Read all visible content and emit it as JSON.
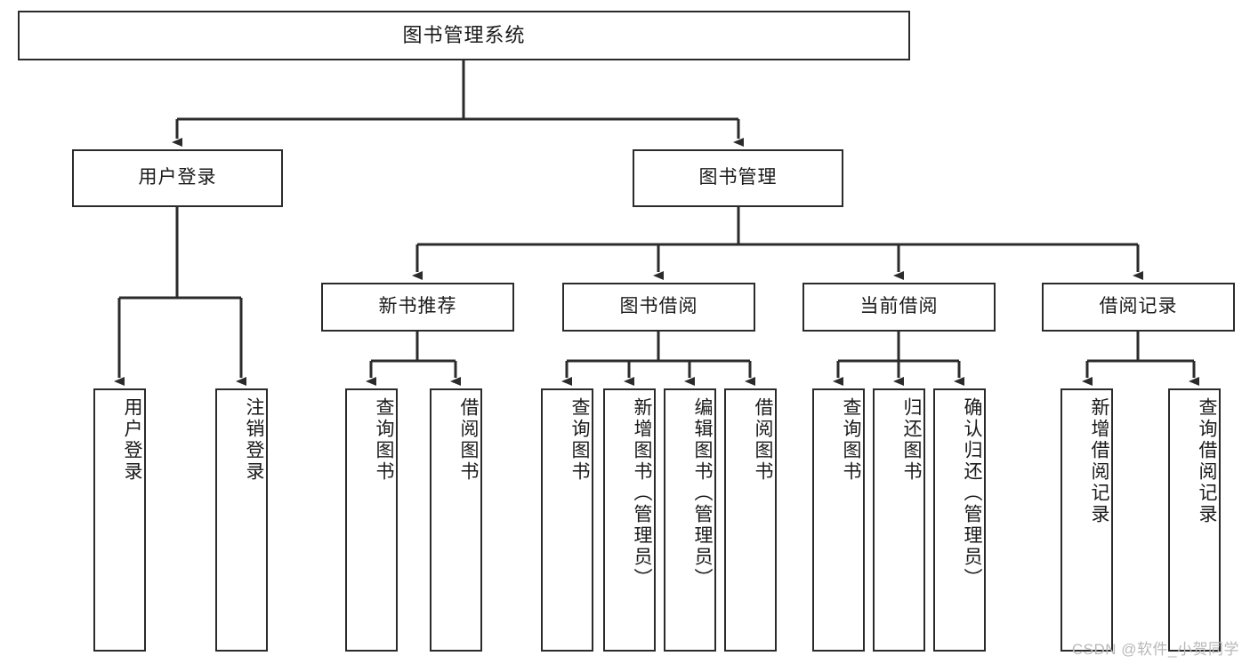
{
  "diagram": {
    "title": "图书管理系统",
    "type": "tree",
    "watermark": "CSDN @软件_小贺同学",
    "colors": {
      "box_border": "#2b2b2b",
      "box_fill": "#ffffff",
      "edge": "#2b2b2b",
      "text": "#1a1a1a",
      "watermark": "#b8b8b8"
    },
    "nodes": {
      "root": {
        "label": "图书管理系统",
        "level": 0,
        "orientation": "horizontal"
      },
      "l1": [
        {
          "id": "user-login",
          "label": "用户登录",
          "level": 1,
          "orientation": "horizontal"
        },
        {
          "id": "book-manage",
          "label": "图书管理",
          "level": 1,
          "orientation": "horizontal"
        }
      ],
      "l2": [
        {
          "id": "new-book-rec",
          "label": "新书推荐",
          "level": 2,
          "orientation": "horizontal",
          "parent": "book-manage"
        },
        {
          "id": "book-borrow",
          "label": "图书借阅",
          "level": 2,
          "orientation": "horizontal",
          "parent": "book-manage"
        },
        {
          "id": "current-borrow",
          "label": "当前借阅",
          "level": 2,
          "orientation": "horizontal",
          "parent": "book-manage"
        },
        {
          "id": "borrow-record",
          "label": "借阅记录",
          "level": 2,
          "orientation": "horizontal",
          "parent": "book-manage"
        }
      ],
      "leaves": [
        {
          "id": "leaf-user-login",
          "label": "用户登录",
          "parent": "user-login",
          "orientation": "vertical"
        },
        {
          "id": "leaf-user-logout",
          "label": "注销登录",
          "parent": "user-login",
          "orientation": "vertical"
        },
        {
          "id": "leaf-query-book-1",
          "label": "查询图书",
          "parent": "new-book-rec",
          "orientation": "vertical"
        },
        {
          "id": "leaf-borrow-book-1",
          "label": "借阅图书",
          "parent": "new-book-rec",
          "orientation": "vertical"
        },
        {
          "id": "leaf-query-book-2",
          "label": "查询图书",
          "parent": "book-borrow",
          "orientation": "vertical"
        },
        {
          "id": "leaf-add-book",
          "label": "新增图书（管理员）",
          "parent": "book-borrow",
          "orientation": "vertical"
        },
        {
          "id": "leaf-edit-book",
          "label": "编辑图书（管理员）",
          "parent": "book-borrow",
          "orientation": "vertical"
        },
        {
          "id": "leaf-borrow-book-2",
          "label": "借阅图书",
          "parent": "book-borrow",
          "orientation": "vertical"
        },
        {
          "id": "leaf-query-book-3",
          "label": "查询图书",
          "parent": "current-borrow",
          "orientation": "vertical"
        },
        {
          "id": "leaf-return-book",
          "label": "归还图书",
          "parent": "current-borrow",
          "orientation": "vertical"
        },
        {
          "id": "leaf-confirm-return",
          "label": "确认归还（管理员）",
          "parent": "current-borrow",
          "orientation": "vertical"
        },
        {
          "id": "leaf-add-record",
          "label": "新增借阅记录",
          "parent": "borrow-record",
          "orientation": "vertical"
        },
        {
          "id": "leaf-query-record",
          "label": "查询借阅记录",
          "parent": "borrow-record",
          "orientation": "vertical"
        }
      ]
    }
  }
}
